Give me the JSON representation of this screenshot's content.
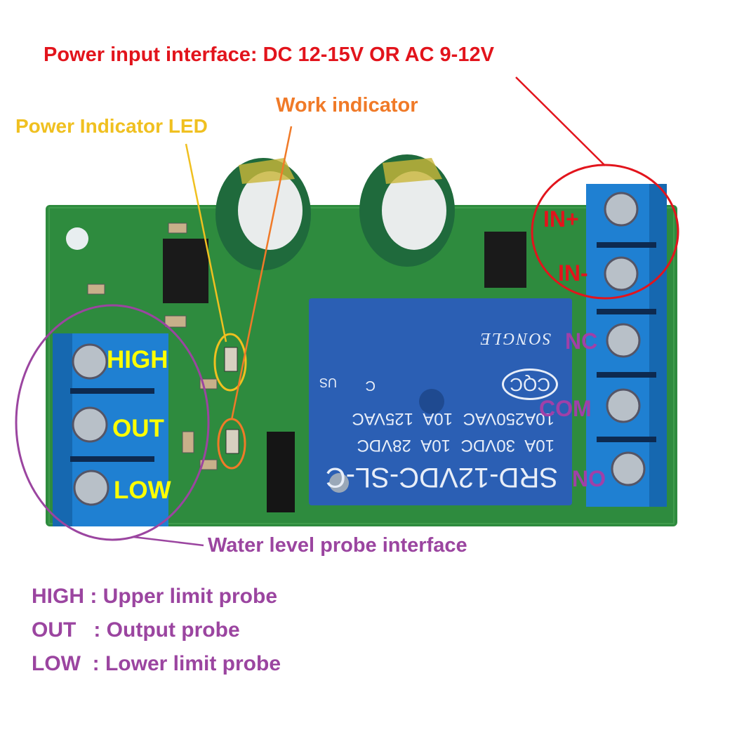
{
  "title": "Power input interface: DC 12-15V OR AC 9-12V",
  "callouts": {
    "work_indicator": "Work indicator",
    "power_indicator": "Power Indicator LED",
    "water_probe": "Water level probe interface"
  },
  "left_terminals": [
    "HIGH",
    "OUT",
    "LOW"
  ],
  "right_terminals": {
    "in_plus": "IN+",
    "in_minus": "IN-",
    "nc": "NC",
    "com": "COM",
    "no": "NO"
  },
  "relay": {
    "model": "SRD-12VDC-SL-C",
    "rating_dc": "10A 30VDC 10A 28VDC",
    "rating_ac": "10A250VAC 10A 125VAC",
    "brand": "SONGLE",
    "cert_us": "US",
    "cert_c": "C",
    "cert_cqc": "CQC"
  },
  "legend": [
    {
      "key": "HIGH",
      "sep": " : ",
      "desc": "Upper limit probe"
    },
    {
      "key": "OUT",
      "sep": "   : ",
      "desc": "Output probe"
    },
    {
      "key": "LOW",
      "sep": "  : ",
      "desc": "Lower limit probe"
    }
  ],
  "colors": {
    "title_red": "#e2141c",
    "work_orange": "#f07a28",
    "power_yellow": "#f0c020",
    "probe_purple": "#9b45a0",
    "terminal_label_yellow": "#ffff00",
    "pcb_green": "#2e8b3e",
    "terminal_blue": "#1f80d2",
    "relay_blue": "#2b5fb4"
  }
}
